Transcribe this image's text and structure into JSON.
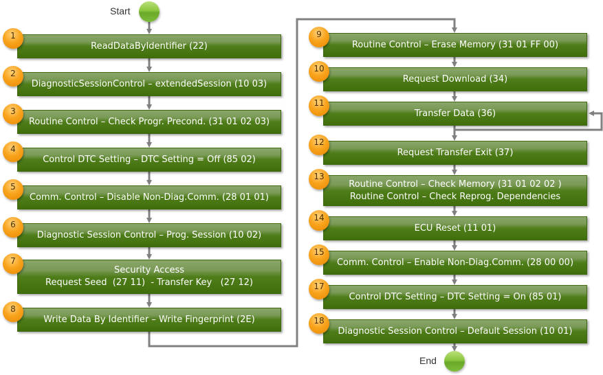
{
  "diagram": {
    "start_label": "Start",
    "end_label": "End",
    "colors": {
      "step_fill": "#4f7d1a",
      "step_border": "#3f6a12",
      "badge_fill": "#f9a41e",
      "terminal_fill": "#8cc63f",
      "connector": "#808080"
    },
    "steps": [
      {
        "number": "1",
        "lines": [
          "ReadDataByIdentifier (22)"
        ]
      },
      {
        "number": "2",
        "lines": [
          "DiagnosticSessionControl – extendedSession (10 03)"
        ]
      },
      {
        "number": "3",
        "lines": [
          "Routine Control – Check Progr. Precond. (31 01 02 03)"
        ]
      },
      {
        "number": "4",
        "lines": [
          "Control DTC Setting – DTC Setting = Off (85 02)"
        ]
      },
      {
        "number": "5",
        "lines": [
          "Comm. Control – Disable Non-Diag.Comm. (28 01 01)"
        ]
      },
      {
        "number": "6",
        "lines": [
          "Diagnostic Session Control – Prog. Session (10 02)"
        ]
      },
      {
        "number": "7",
        "lines": [
          "Security Access",
          "Request Seed  (27 11)  - Transfer Key   (27 12)"
        ]
      },
      {
        "number": "8",
        "lines": [
          "Write Data By Identifier – Write Fingerprint (2E)"
        ]
      },
      {
        "number": "9",
        "lines": [
          "Routine Control – Erase Memory (31 01 FF 00)"
        ]
      },
      {
        "number": "10",
        "lines": [
          "Request Download (34)"
        ]
      },
      {
        "number": "11",
        "lines": [
          "Transfer Data (36)"
        ]
      },
      {
        "number": "12",
        "lines": [
          "Request Transfer Exit (37)"
        ]
      },
      {
        "number": "13",
        "lines": [
          "Routine Control – Check Memory (31 01 02 02 )",
          "Routine Control – Check Reprog. Dependencies"
        ]
      },
      {
        "number": "14",
        "lines": [
          "ECU Reset (11 01)"
        ]
      },
      {
        "number": "15",
        "lines": [
          "Comm. Control – Enable Non-Diag.Comm. (28 00 00)"
        ]
      },
      {
        "number": "17",
        "lines": [
          "Control DTC Setting – DTC Setting = On (85 01)"
        ]
      },
      {
        "number": "18",
        "lines": [
          "Diagnostic Session Control – Default Session (10 01)"
        ]
      }
    ]
  }
}
